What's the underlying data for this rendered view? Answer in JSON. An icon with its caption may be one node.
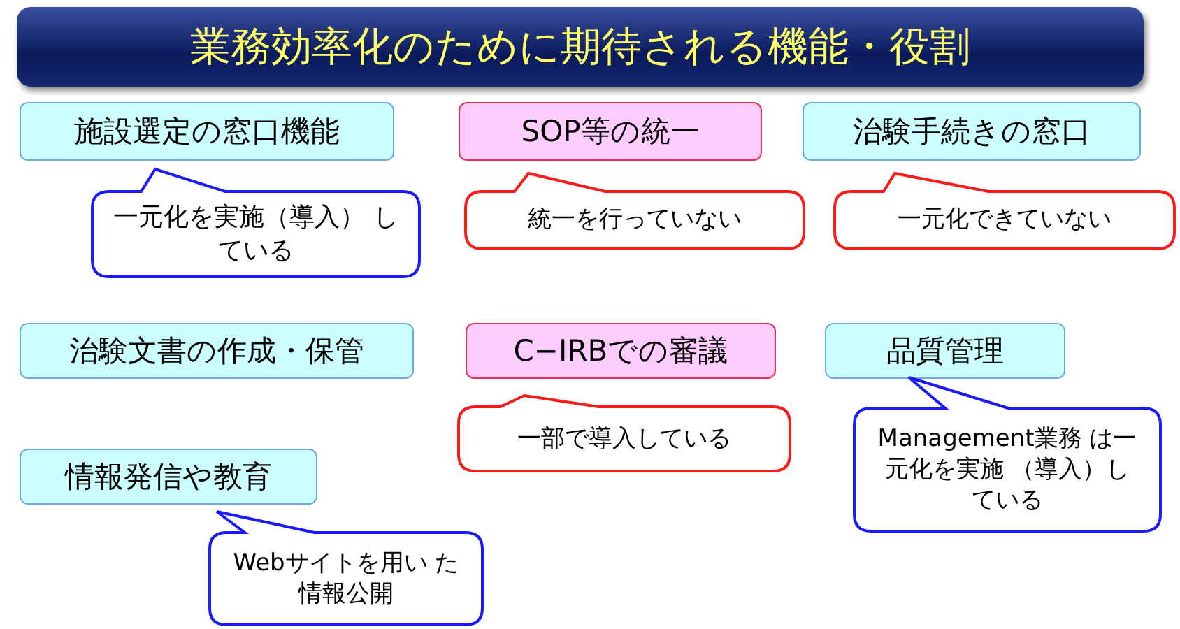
{
  "diagram": {
    "title": "業務効率化のために期待される機能・役割",
    "nodes": [
      {
        "text": [
          "施設選定の窓口機能"
        ]
      },
      {
        "text": [
          "SOP等の統一"
        ]
      },
      {
        "text": [
          "治験手続きの窓口"
        ]
      },
      {
        "text": [
          "一元化を実施（導入） している"
        ]
      },
      {
        "text": [
          "統一を行っていない"
        ]
      },
      {
        "text": [
          "一元化できていない"
        ]
      },
      {
        "text": [
          "治験文書の作成・保管"
        ]
      },
      {
        "text": [
          "C−IRBでの審議"
        ]
      },
      {
        "text": [
          "品質管理"
        ]
      },
      {
        "text": [
          "一部で導入している"
        ]
      },
      {
        "text": [
          "Management業務 は一元化を実施 （導入）している"
        ]
      },
      {
        "text": [
          "情報発信や教育"
        ]
      },
      {
        "text": [
          "Webサイトを用い た情報公開"
        ]
      }
    ]
  }
}
